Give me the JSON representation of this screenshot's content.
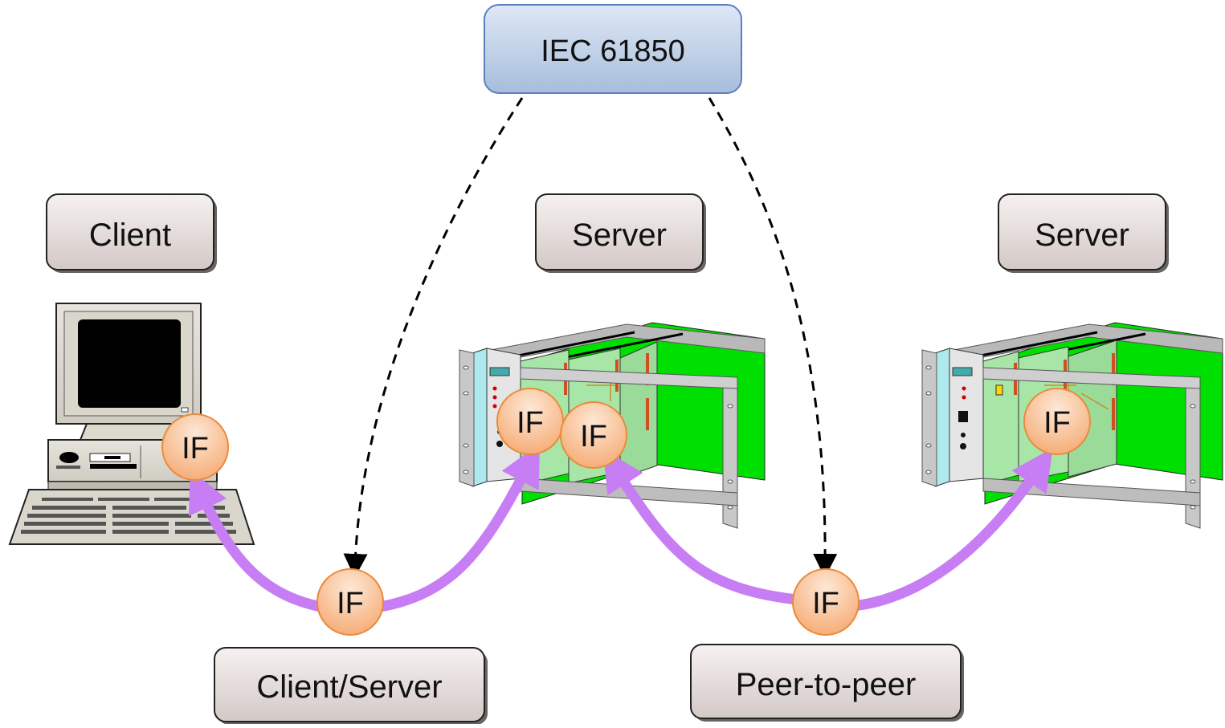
{
  "nodes": {
    "standard": "IEC 61850",
    "client_title": "Client",
    "server1_title": "Server",
    "server2_title": "Server",
    "client_server_label": "Client/Server",
    "peer_label": "Peer-to-peer"
  },
  "interfaces": {
    "client_if": "IF",
    "server1_if_a": "IF",
    "server1_if_b": "IF",
    "server2_if": "IF",
    "cs_if": "IF",
    "p2p_if": "IF"
  },
  "colors": {
    "standard_fill_top": "#dde6f4",
    "standard_fill_bottom": "#a9bfdc",
    "standard_stroke": "#5b7fbf",
    "box_fill_top": "#f4efee",
    "box_fill_bottom": "#d6ccca",
    "if_fill_top": "#fde3cc",
    "if_fill_bottom": "#f7b27f",
    "if_stroke": "#e98b3c",
    "link_purple": "#c77df3",
    "board_green": "#00e000",
    "rack_grey": "#c8c8c8"
  },
  "icons": [
    "desktop-computer-icon",
    "rack-server-icon"
  ]
}
